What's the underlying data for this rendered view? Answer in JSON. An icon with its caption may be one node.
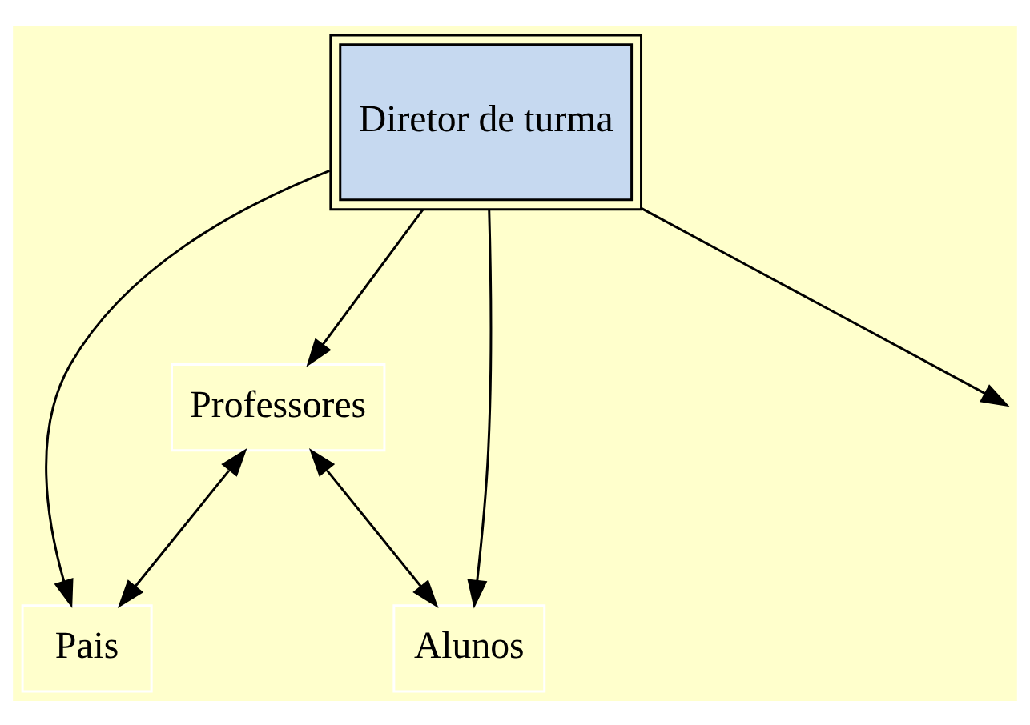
{
  "diagram": {
    "nodes": [
      {
        "text": [
          "Professores"
        ]
      },
      {
        "text": [
          "Diretor de turma"
        ]
      },
      {
        "text": [
          "Alunos"
        ]
      },
      {
        "text": [
          "Pais"
        ]
      }
    ],
    "edges": [
      {
        "from": 2,
        "to": 0,
        "arrow": "both"
      },
      {
        "from": 0,
        "to": 3,
        "arrow": "both"
      },
      {
        "from": 1,
        "to": 0,
        "arrow": "to"
      },
      {
        "from": 1,
        "to": 2,
        "arrow": "to"
      },
      {
        "from": 1,
        "to": null,
        "arrow": "to"
      },
      {
        "from": 1,
        "to": 3,
        "arrow": "to"
      }
    ]
  }
}
